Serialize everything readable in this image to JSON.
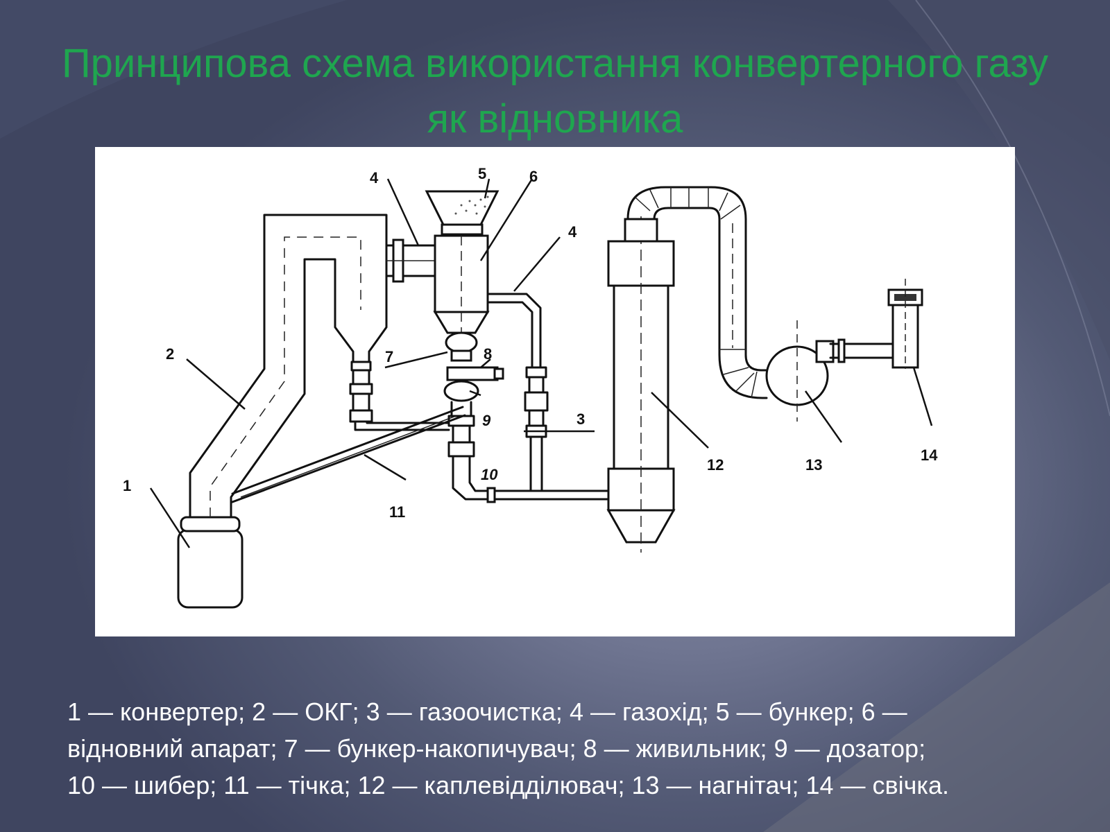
{
  "slide": {
    "title_lines": [
      "Принципова схема використання конвертерного газу",
      "як відновника"
    ],
    "legend_lines": [
      "1 — конвертер; 2 — ОКГ; 3 — газоочистка; 4 — газохід; 5 — бункер; 6 —",
      "відновний апарат; 7 — бункер-накопичувач; 8 — живильник; 9 — дозатор;",
      "10 — шибер; 11 — тічка; 12 — каплевідділювач; 13 — нагнітач; 14 — свічка."
    ]
  },
  "diagram": {
    "labels": {
      "n1": "1",
      "n2": "2",
      "n3": "3",
      "n4a": "4",
      "n4b": "4",
      "n5": "5",
      "n6": "6",
      "n7": "7",
      "n8": "8",
      "n9": "9",
      "n10": "10",
      "n11": "11",
      "n12": "12",
      "n13": "13",
      "n14": "14"
    }
  },
  "colors": {
    "title": "#1fa64f",
    "legend_text": "#ffffff",
    "diagram_bg": "#ffffff",
    "slide_bg": "#5d637e"
  }
}
